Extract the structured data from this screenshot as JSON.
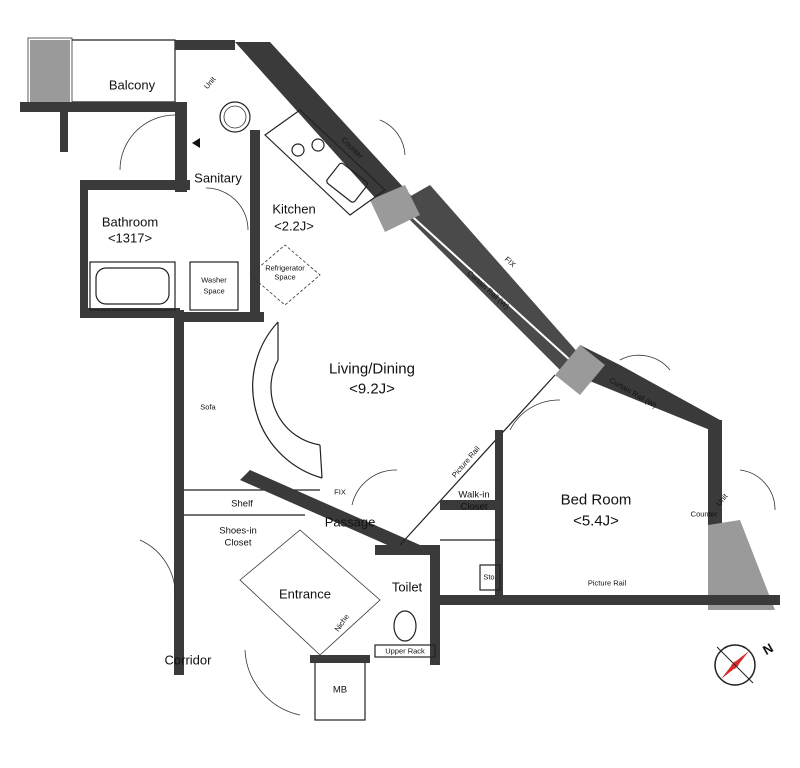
{
  "rooms": {
    "balcony": "Balcony",
    "sanitary": "Sanitary",
    "bathroom": "Bathroom",
    "bathroom_size": "<1317>",
    "kitchen": "Kitchen",
    "kitchen_size": "<2.2J>",
    "washer_space_1": "Washer",
    "washer_space_2": "Space",
    "refrigerator_space_1": "Refrigerator",
    "refrigerator_space_2": "Space",
    "living_dining": "Living/Dining",
    "living_dining_size": "<9.2J>",
    "sofa": "Sofa",
    "bed_room": "Bed Room",
    "bed_room_size": "<5.4J>",
    "walk_in_closet_1": "Walk-in",
    "walk_in_closet_2": "Closet",
    "shelf": "Shelf",
    "shoes_in_closet_1": "Shoes-in",
    "shoes_in_closet_2": "Closet",
    "passage": "Passage",
    "entrance": "Entrance",
    "toilet": "Toilet",
    "upper_rack": "Upper Rack",
    "niche": "Niche",
    "sto": "Sto.",
    "mb": "MB",
    "corridor": "Corridor"
  },
  "annotations": {
    "fix_window": "FIX",
    "curtain_rail_main": "Curtain Rail (W)",
    "curtain_rail_bed": "Curtain Rail (W)",
    "picture_rail_1": "Picture Rail",
    "picture_rail_2": "Picture Rail",
    "fix_passage": "FIX",
    "counter_kitchen": "Counter",
    "counter_bed": "Counter",
    "unit_1": "Unit",
    "unit_2": "Unit"
  },
  "compass": {
    "north": "N",
    "icon": "compass-icon"
  },
  "colors": {
    "wall": "#3a3a3a",
    "gray_fill": "#9a9a9a",
    "compass_red": "#d62828"
  }
}
